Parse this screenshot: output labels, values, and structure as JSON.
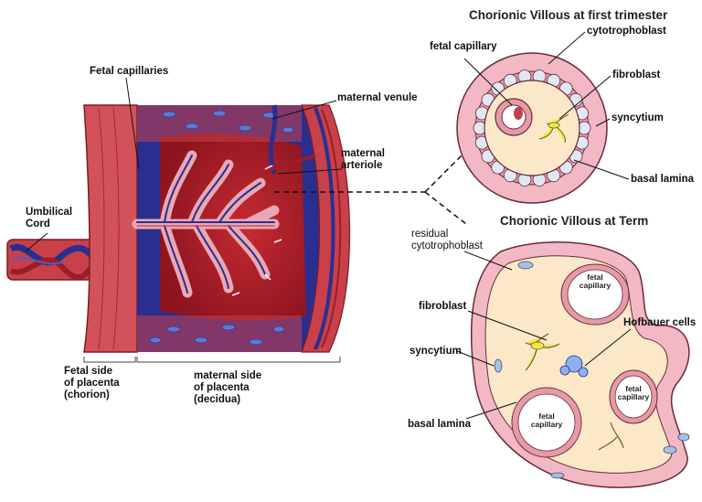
{
  "titles": {
    "first_trimester": "Chorionic Villous at first trimester",
    "term": "Chorionic Villous at Term"
  },
  "placenta_labels": {
    "fetal_capillaries": "Fetal capillaries",
    "maternal_venule": "maternal venule",
    "maternal_arteriole": "maternal\narteriole",
    "umbilical_cord": "Umbilical\nCord",
    "fetal_side": "Fetal side\nof placenta\n(chorion)",
    "maternal_side": "maternal side\nof placenta\n(decidua)"
  },
  "first_trimester_labels": {
    "fetal_capillary": "fetal capillary",
    "cytotrophoblast": "cytotrophoblast",
    "fibroblast": "fibroblast",
    "syncytium": "syncytium",
    "basal_lamina": "basal lamina"
  },
  "term_labels": {
    "residual_cytotrophoblast": "residual\ncytotrophoblast",
    "fetal_capillary_1": "fetal\ncapillary",
    "hofbauer_cells": "Hofbauer cells",
    "fibroblast": "fibroblast",
    "syncytium": "syncytium",
    "fetal_capillary_2": "fetal\ncapillary",
    "fetal_capillary_3": "fetal\ncapillary",
    "basal_lamina": "basal lamina"
  },
  "colors": {
    "placenta_red": "#c8404a",
    "maternal_blood": "#b81e28",
    "fetal_blue": "#2a2f8f",
    "villus_pink": "#e8a8b4",
    "stroma_cream": "#fbe8c8",
    "fibroblast_yellow": "#f2e64a"
  }
}
